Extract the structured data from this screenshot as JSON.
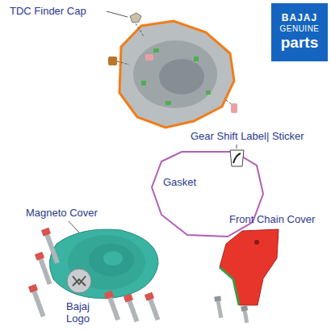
{
  "diagram": {
    "nodes": [
      {
        "text": [
          "BAJAJ",
          "GENUINE",
          "parts"
        ]
      }
    ],
    "labels": [
      "TDC Finder Cap",
      "Gear Shift Label| Sticker",
      "Gasket",
      "Magneto Cover",
      "Front Chain Cover",
      "Bajaj Logo"
    ]
  }
}
